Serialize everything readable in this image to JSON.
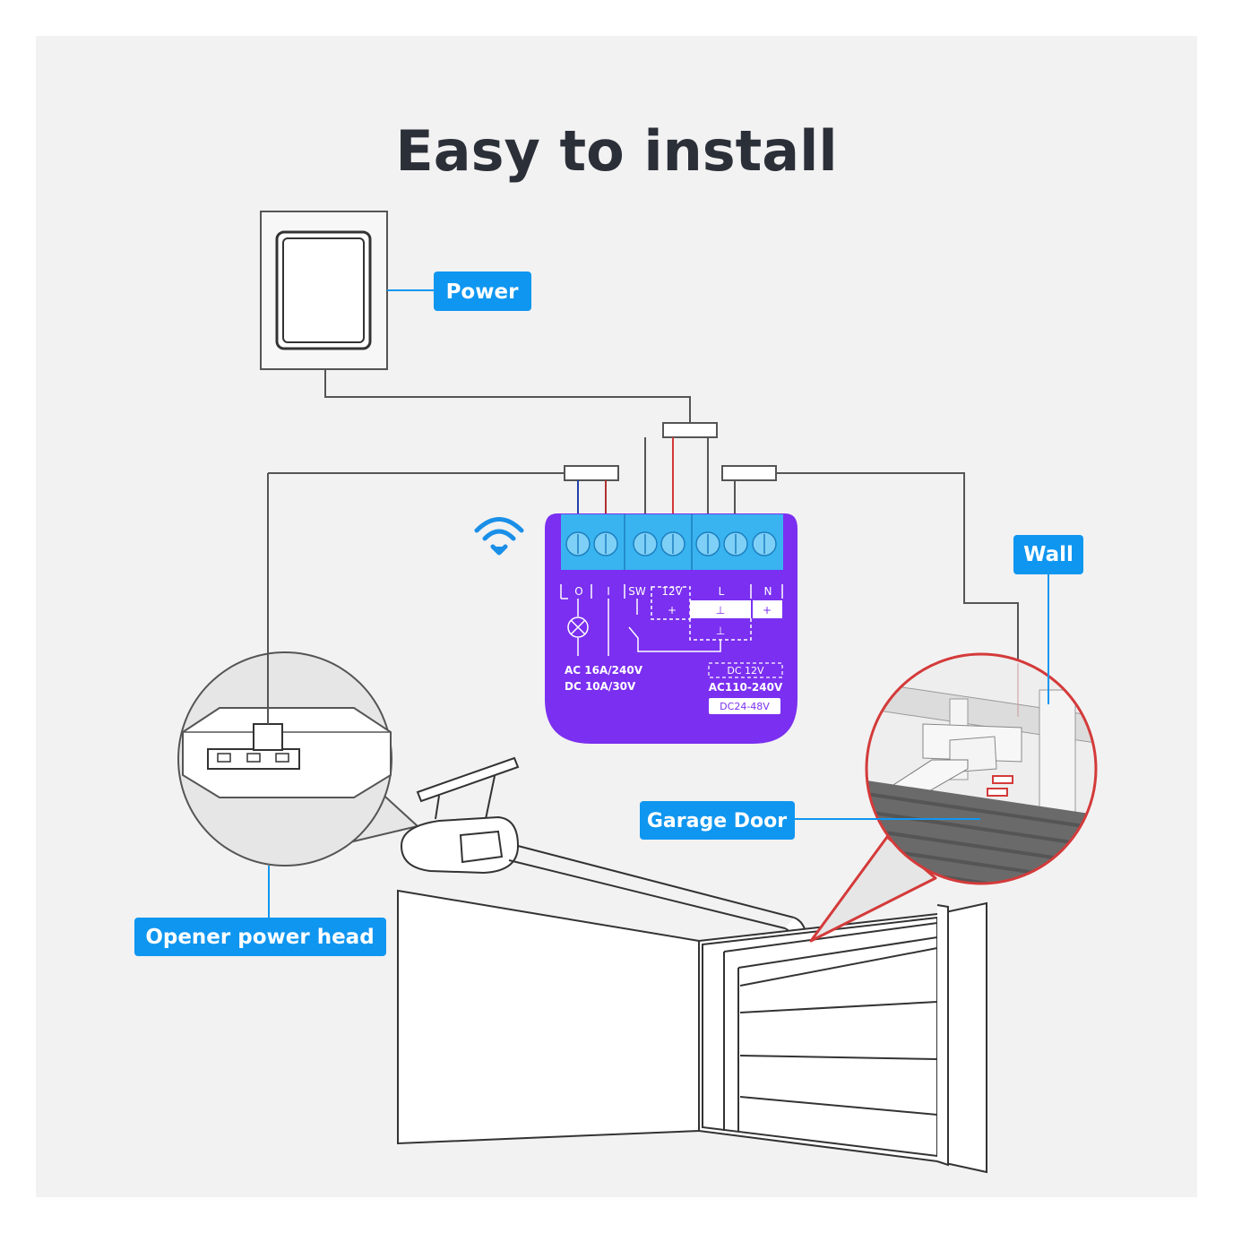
{
  "title": "Easy to install",
  "labels": {
    "power": "Power",
    "wall": "Wall",
    "garage_door": "Garage Door",
    "opener_power_head": "Opener power head"
  },
  "module": {
    "terminals": {
      "o": "O",
      "i": "I",
      "sw": "SW",
      "v12": "12V",
      "l": "L",
      "n": "N"
    },
    "plus_12v": "+",
    "plus_n": "+",
    "ground_l": "⊥",
    "ground_bottom": "⊥",
    "rating_ac": "AC 16A/240V",
    "rating_dc": "DC 10A/30V",
    "supply_dc12": "DC 12V",
    "supply_ac": "AC110-240V",
    "supply_dc24": "DC24-48V"
  },
  "colors": {
    "background": "#f2f2f2",
    "label_blue": "#0f96f0",
    "module_purple": "#7b2ff0",
    "terminal_blue": "#39b4f0",
    "wire_red": "#d43a3a",
    "wire_blue": "#2440a8",
    "wifi_blue": "#1a8fe8",
    "callout_red": "#d43a3a"
  },
  "icons": {
    "wifi": "wifi-icon",
    "lamp": "lamp-icon"
  }
}
